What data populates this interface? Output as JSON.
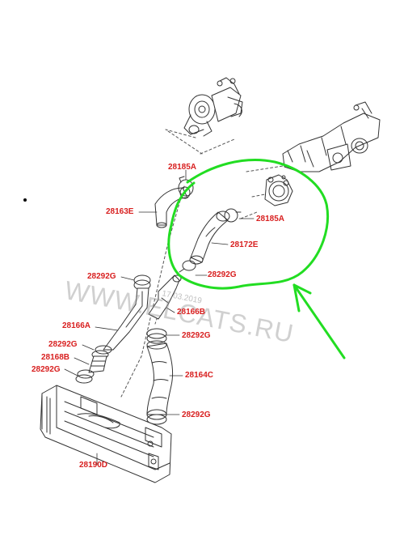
{
  "watermark": {
    "text": "WWW.ELCATS.RU",
    "date": "17.03.2019"
  },
  "colors": {
    "label": "#d81f1f",
    "highlight": "#22dd22",
    "line": "#333333"
  },
  "labels": {
    "p28185A_top": "28185A",
    "p28163E": "28163E",
    "p28185A_right": "28185A",
    "p28172E": "28172E",
    "p28292G_a": "28292G",
    "p28292G_b": "28292G",
    "p28166B": "28166B",
    "p28166A": "28166A",
    "p28292G_c": "28292G",
    "p28292G_d": "28292G",
    "p28168B": "28168B",
    "p28292G_e": "28292G",
    "p28164C": "28164C",
    "p28292G_f": "28292G",
    "p28190D": "28190D"
  }
}
